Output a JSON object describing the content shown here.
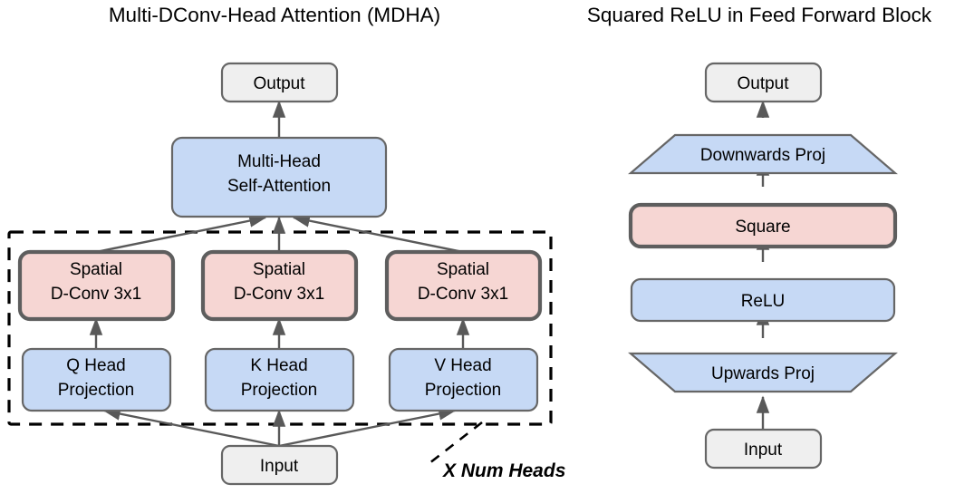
{
  "figure": {
    "background_color": "#ffffff",
    "panels": [
      {
        "id": "mdha",
        "title": "Multi-DConv-Head Attention (MDHA)",
        "nodes": {
          "output": "Output",
          "attention": "Multi-Head\nSelf-Attention",
          "attention_line1": "Multi-Head",
          "attention_line2": "Self-Attention",
          "dconv_q_line1": "Spatial",
          "dconv_q_line2": "D-Conv 3x1",
          "dconv_k_line1": "Spatial",
          "dconv_k_line2": "D-Conv 3x1",
          "dconv_v_line1": "Spatial",
          "dconv_v_line2": "D-Conv 3x1",
          "proj_q_line1": "Q Head",
          "proj_q_line2": "Projection",
          "proj_k_line1": "K Head",
          "proj_k_line2": "Projection",
          "proj_v_line1": "V Head",
          "proj_v_line2": "Projection",
          "input": "Input"
        },
        "annotation": "X Num Heads"
      },
      {
        "id": "squared-relu",
        "title": "Squared ReLU in Feed Forward Block",
        "nodes": {
          "output": "Output",
          "downwards_proj": "Downwards Proj",
          "square": "Square",
          "relu": "ReLU",
          "upwards_proj": "Upwards Proj",
          "input": "Input"
        }
      }
    ],
    "colors": {
      "gray_fill": "#efefef",
      "blue_fill": "#c6d9f5",
      "pink_fill": "#f6d6d3",
      "border_gray": "#666666",
      "border_thick": "#5e5e5e",
      "arrow": "#595959",
      "dashed": "#000000",
      "text": "#000000"
    }
  }
}
